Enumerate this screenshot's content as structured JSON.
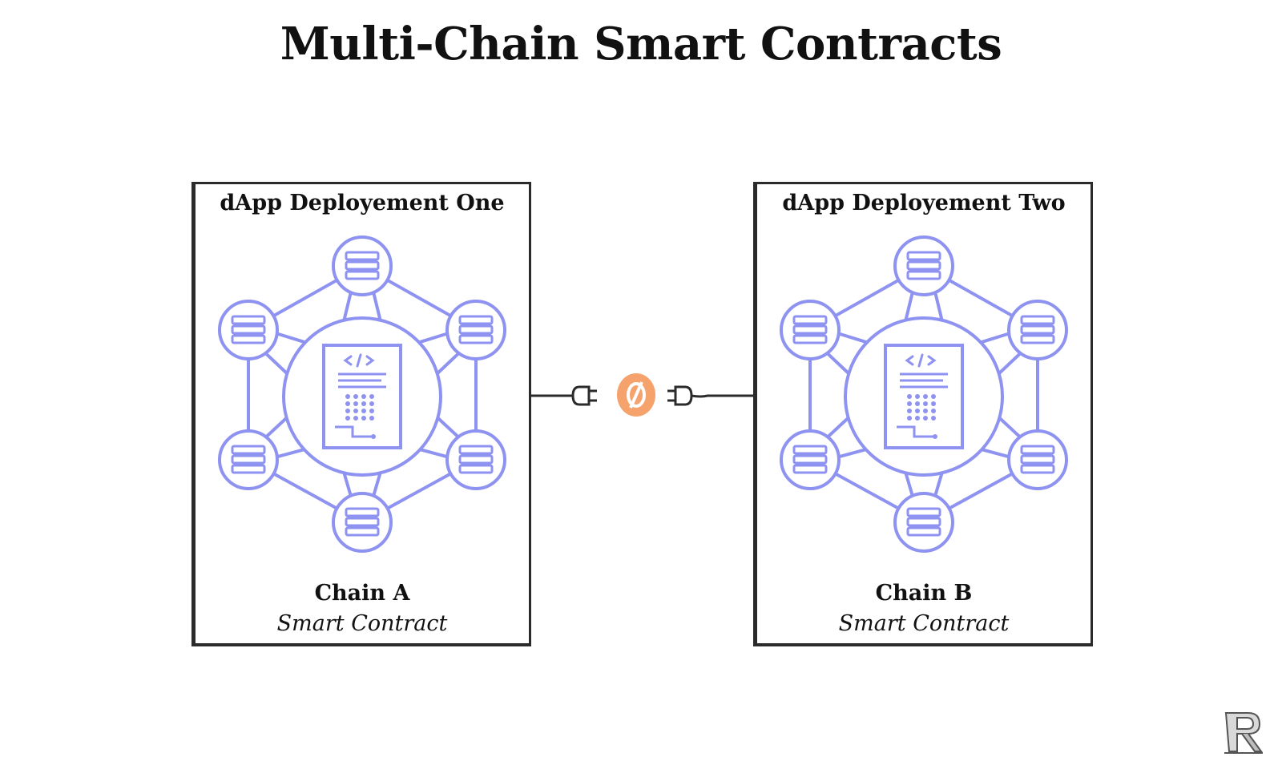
{
  "title": "Multi-Chain Smart Contracts",
  "colors": {
    "network": "#8e92f0",
    "blocked_badge": "#f6a26d",
    "outline": "#2b2b2b"
  },
  "deployments": [
    {
      "heading": "dApp Deployement One",
      "chain": "Chain A",
      "subtitle": "Smart Contract"
    },
    {
      "heading": "dApp Deployement Two",
      "chain": "Chain B",
      "subtitle": "Smart Contract"
    }
  ],
  "connector": {
    "status_icon": "no-entry-icon",
    "plug_icons": [
      "plug-left-icon",
      "plug-right-icon"
    ]
  },
  "node_icon": "server-stack-icon",
  "center_icon": "smart-contract-document-icon",
  "logo_icon": "publisher-logo-icon"
}
